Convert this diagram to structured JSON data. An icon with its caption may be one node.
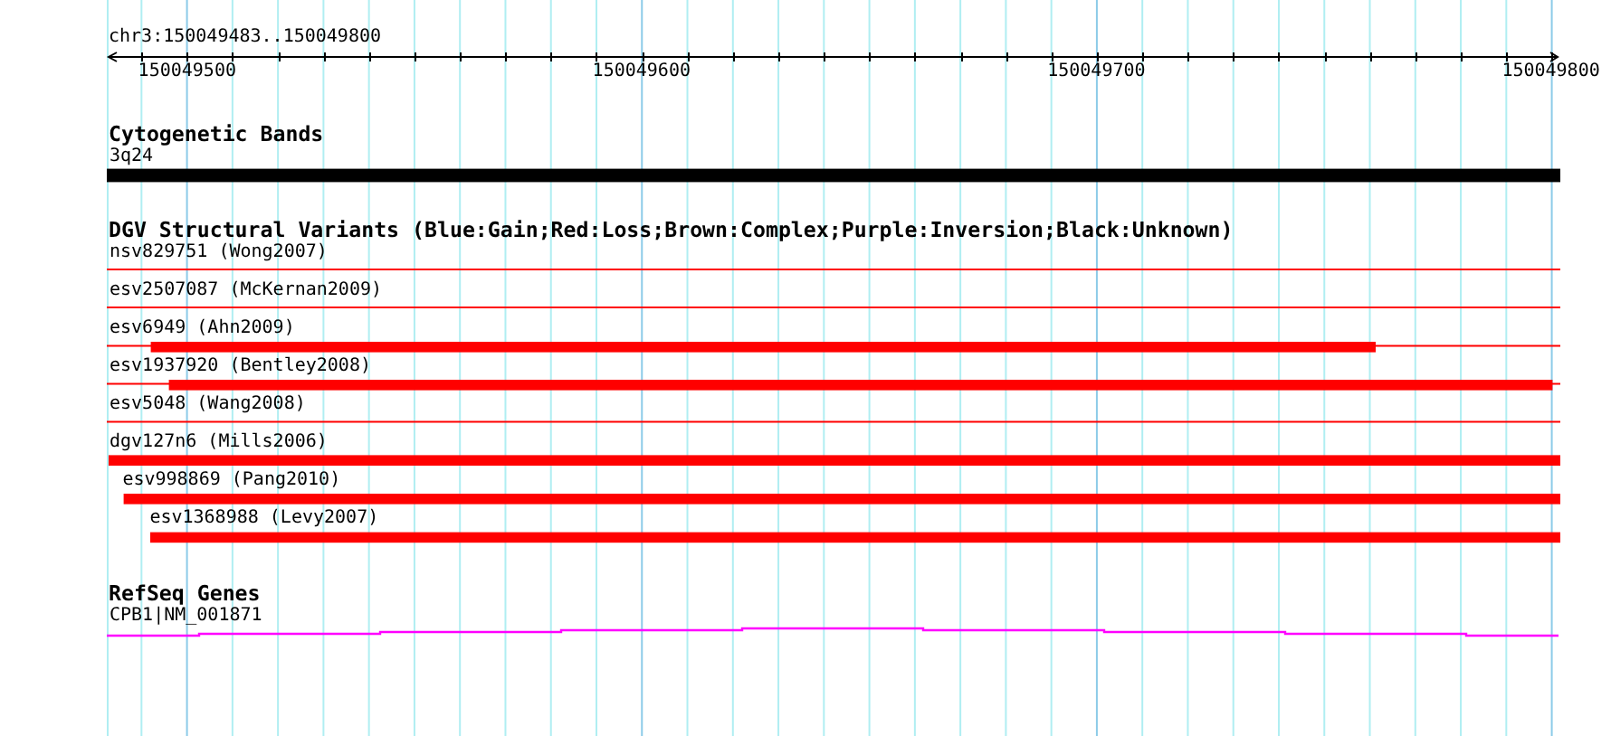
{
  "diagram": {
    "labels": [
      "chr3:150049483..150049800",
      "150049500",
      "150049600",
      "150049700",
      "150049800",
      "Cytogenetic Bands",
      "3q24",
      "DGV Structural Variants (Blue:Gain;Red:Loss;Brown:Complex;Purple:Inversion;Black:Unknown)",
      "nsv829751 (Wong2007)",
      "esv2507087 (McKernan2009)",
      "esv6949 (Ahn2009)",
      "esv1937920 (Bentley2008)",
      "esv5048 (Wang2008)",
      "dgv127n6 (Mills2006)",
      "esv998869 (Pang2010)",
      "esv1368988 (Levy2007)",
      "RefSeq Genes",
      "CPB1|NM_001871"
    ]
  }
}
